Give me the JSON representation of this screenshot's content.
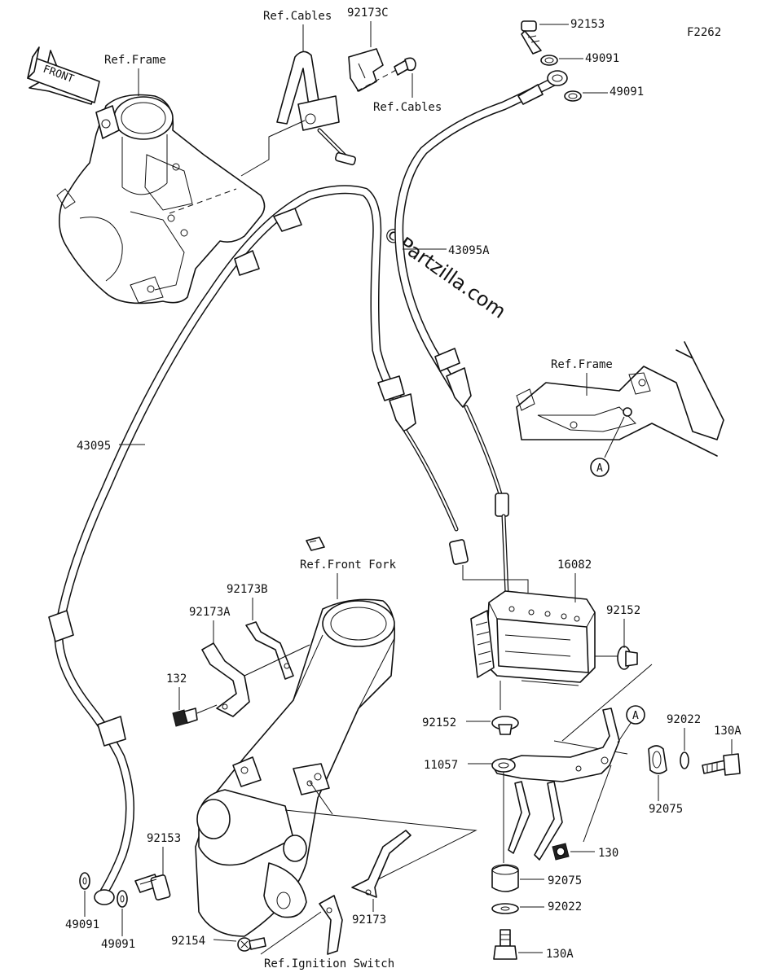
{
  "figure_code": "F2262",
  "watermark": "©Partzilla.com",
  "front_arrow_label": "FRONT",
  "references": {
    "ref_frame_top": "Ref.Frame",
    "ref_cables_top": "Ref.Cables",
    "ref_cables_right": "Ref.Cables",
    "ref_frame_detail": "Ref.Frame",
    "ref_front_fork": "Ref.Front Fork",
    "ref_ignition_switch": "Ref.Ignition Switch"
  },
  "callouts": {
    "a_detail": "A",
    "a_bracket": "A"
  },
  "parts": {
    "p92173C": "92173C",
    "p92153_top": "92153",
    "p49091_top1": "49091",
    "p49091_top2": "49091",
    "p43095A": "43095A",
    "p43095": "43095",
    "p16082": "16082",
    "p92152_right": "92152",
    "p92152_mid": "92152",
    "p11057": "11057",
    "p92022_right": "92022",
    "p130A_right": "130A",
    "p92075_right": "92075",
    "p130": "130",
    "p92075_bottom": "92075",
    "p92022_bottom": "92022",
    "p130A_bottom": "130A",
    "p92173B": "92173B",
    "p92173A": "92173A",
    "p132": "132",
    "p92153_bottom": "92153",
    "p49091_bottom1": "49091",
    "p49091_bottom2": "49091",
    "p92154": "92154",
    "p92173": "92173"
  }
}
